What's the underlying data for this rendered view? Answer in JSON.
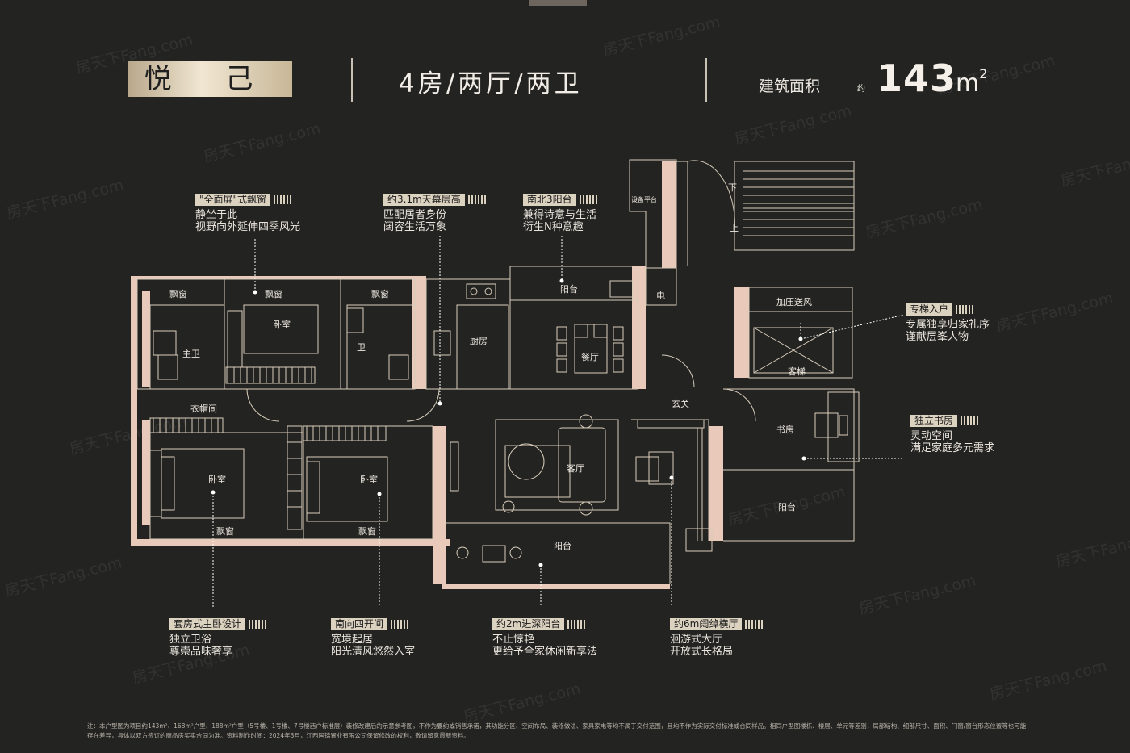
{
  "header": {
    "unit_name": "悦 己",
    "rooms": "4房/两厅/两卫",
    "area_label": "建筑面积",
    "area_about": "约",
    "area_value": "143",
    "area_unit": "m",
    "area_exp": "2"
  },
  "features": {
    "bay_window": {
      "tag": "\"全面屏\"式飘窗",
      "lines": [
        "静坐于此",
        "视野向外延伸四季风光"
      ]
    },
    "ceiling": {
      "tag": "约3.1m天幕层高",
      "lines": [
        "匹配居者身份",
        "阔容生活万象"
      ]
    },
    "balconies": {
      "tag": "南北3阳台",
      "lines": [
        "兼得诗意与生活",
        "衍生N种意趣"
      ]
    },
    "elevator": {
      "tag": "专梯入户",
      "lines": [
        "专属独享归家礼序",
        "谨献层峯人物"
      ]
    },
    "study": {
      "tag": "独立书房",
      "lines": [
        "灵动空间",
        "满足家庭多元需求"
      ]
    },
    "master_suite": {
      "tag": "套房式主卧设计",
      "lines": [
        "独立卫浴",
        "尊崇品味奢享"
      ]
    },
    "south_rooms": {
      "tag": "南向四开间",
      "lines": [
        "宽境起居",
        "阳光清风悠然入室"
      ]
    },
    "deep_balcony": {
      "tag": "约2m进深阳台",
      "lines": [
        "不止惊艳",
        "更给予全家休闲新享法"
      ]
    },
    "hall": {
      "tag": "约6m阔绰横厅",
      "lines": [
        "洄游式大厅",
        "开放式长格局"
      ]
    }
  },
  "rooms": {
    "bay1": "飘窗",
    "bay2": "飘窗",
    "bay3": "飘窗",
    "bedroom_n": "卧室",
    "master_bath": "主卫",
    "bath": "卫",
    "kitchen": "厨房",
    "dining": "餐厅",
    "north_balcony": "阳台",
    "equipment": "设备平台",
    "elec": "电",
    "pressure": "加压送风",
    "elevator": "客梯",
    "down": "下",
    "up": "上",
    "foyer": "玄关",
    "closet": "衣帽间",
    "study": "书房",
    "bedroom_sw": "卧室",
    "bedroom_s": "卧室",
    "bay_s1": "飘窗",
    "bay_s2": "飘窗",
    "living": "客厅",
    "south_balcony": "阳台",
    "east_balcony": "阳台"
  },
  "watermark": "房天下Fang.com",
  "footnote": "注：本户型图为项目约143m²、168m²户型、188m²户型（5号楼、1号楼、7号楼西户标准层）装修改建后的示意参考图，不作为要约或销售承诺，其功能分区、空间布局、装修做法、家具家电等均不属于交付范围，且均不作为实际交付标准或合同样品。相同户型图楼栋、楼层、单元等差别，局部结构、细部尺寸、面积、门窗/窗台形态位置等也可能存在差异，具体以双方签订的商品房买卖合同为准。资料制作时间：2024年3月，江西国锦置业有限公司保留修改的权利，敬请留意最新资料。"
}
